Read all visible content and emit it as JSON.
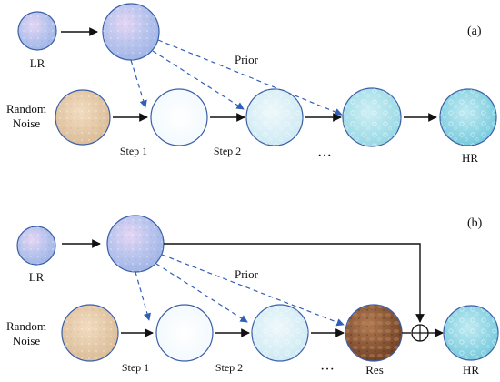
{
  "panel_a": {
    "tag": "(a)",
    "lr_label": "LR",
    "noise_label": [
      "Random",
      "Noise"
    ],
    "prior_label": "Prior",
    "step1_label": "Step 1",
    "step2_label": "Step 2",
    "ellipsis": "···",
    "hr_label": "HR"
  },
  "panel_b": {
    "tag": "(b)",
    "lr_label": "LR",
    "noise_label": [
      "Random",
      "Noise"
    ],
    "prior_label": "Prior",
    "step1_label": "Step 1",
    "step2_label": "Step 2",
    "ellipsis": "···",
    "res_label": "Res",
    "hr_label": "HR"
  },
  "colors": {
    "circle_stroke": "#3a5fa8",
    "prior_dash": "#2f5fb8",
    "arrow": "#111111",
    "lr_fill": "#bcc6ee",
    "noise_fill": "#e3c9a8",
    "step_fill": "#f2f8fd",
    "step2_fill": "#d8eff7",
    "pre_hr_fill": "#a7e0ea",
    "hr_fill": "#8fd3e2",
    "res_fill": "#8a5233"
  }
}
